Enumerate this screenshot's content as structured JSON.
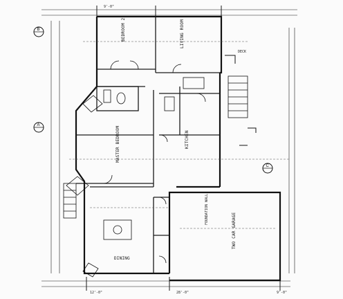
{
  "rooms": {
    "bedroom_2": "BEDROOM 2",
    "living_room": "LIVING ROOM",
    "kitchen": "KITCHEN",
    "master_bedroom": "MASTER BEDROOM",
    "dining": "DINING",
    "two_car_garage": "TWO CAR GARAGE"
  },
  "section_markers": [
    "B",
    "A",
    "C"
  ],
  "callouts": {
    "garage_note": "FOUNDATION WALL",
    "deck_note": "DECK"
  },
  "dimensions": {
    "top_left": "9'-0\"",
    "bottom_left": "12'-0\"",
    "bottom_mid": "28'-0\"",
    "bottom_right": "9'-0\""
  },
  "colors": {
    "line": "#1a1a1a",
    "paper": "#fbfbfb"
  }
}
